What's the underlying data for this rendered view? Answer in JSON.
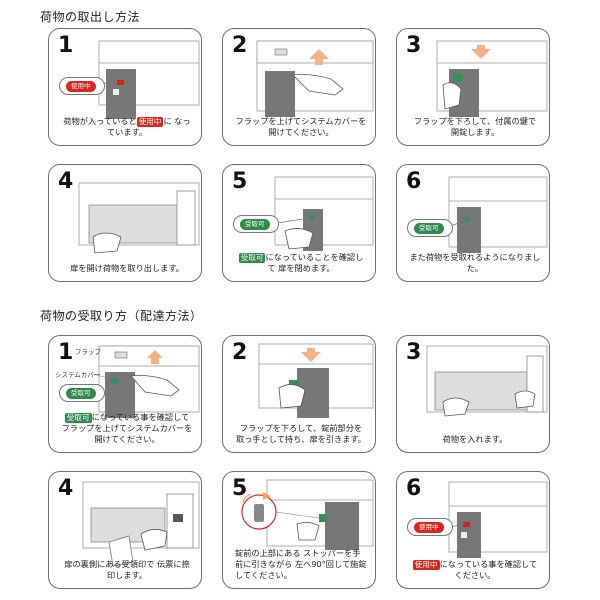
{
  "sections": [
    {
      "title": "荷物の取出し方法",
      "steps": [
        {
          "number": "1",
          "caption_pre": "荷物が入っていると",
          "badge": "使用中",
          "caption_post": "に なっています。",
          "pill": "使用中"
        },
        {
          "number": "2",
          "caption": "フラップを上げてシステムカバーを 開けてください。"
        },
        {
          "number": "3",
          "caption": "フラップを下ろして、付属の鍵で 開錠します。"
        },
        {
          "number": "4",
          "caption": "扉を開け荷物を取り出します。"
        },
        {
          "number": "5",
          "badge": "受取可",
          "caption_post": "になっていることを確認して 扉を閉めます。",
          "pill": "受取可"
        },
        {
          "number": "6",
          "caption": "また荷物を受取れるようになりました。",
          "pill": "受取可"
        }
      ]
    },
    {
      "title": "荷物の受取り方（配達方法）",
      "steps": [
        {
          "number": "1",
          "badge": "受取可",
          "caption_post": "になっている事を確認して フラップを上げてシステムカバーを 開けてください。",
          "flap_label": "フラップ",
          "cover_label": "システムカバー",
          "pill": "受取可"
        },
        {
          "number": "2",
          "caption": "フラップを下ろして、錠前部分を 取っ手として持ち、扉を引きます。"
        },
        {
          "number": "3",
          "caption": "荷物を入れます。"
        },
        {
          "number": "4",
          "caption": "扉の裏側にある受領印で 伝票に捺印します。"
        },
        {
          "number": "5",
          "caption": "錠前の上部にある ストッパーを手前に引きながら 左へ90°回して施錠してください。"
        },
        {
          "number": "6",
          "badge": "使用中",
          "caption_post": "になっている事を確認して ください。",
          "pill": "使用中"
        }
      ]
    }
  ]
}
